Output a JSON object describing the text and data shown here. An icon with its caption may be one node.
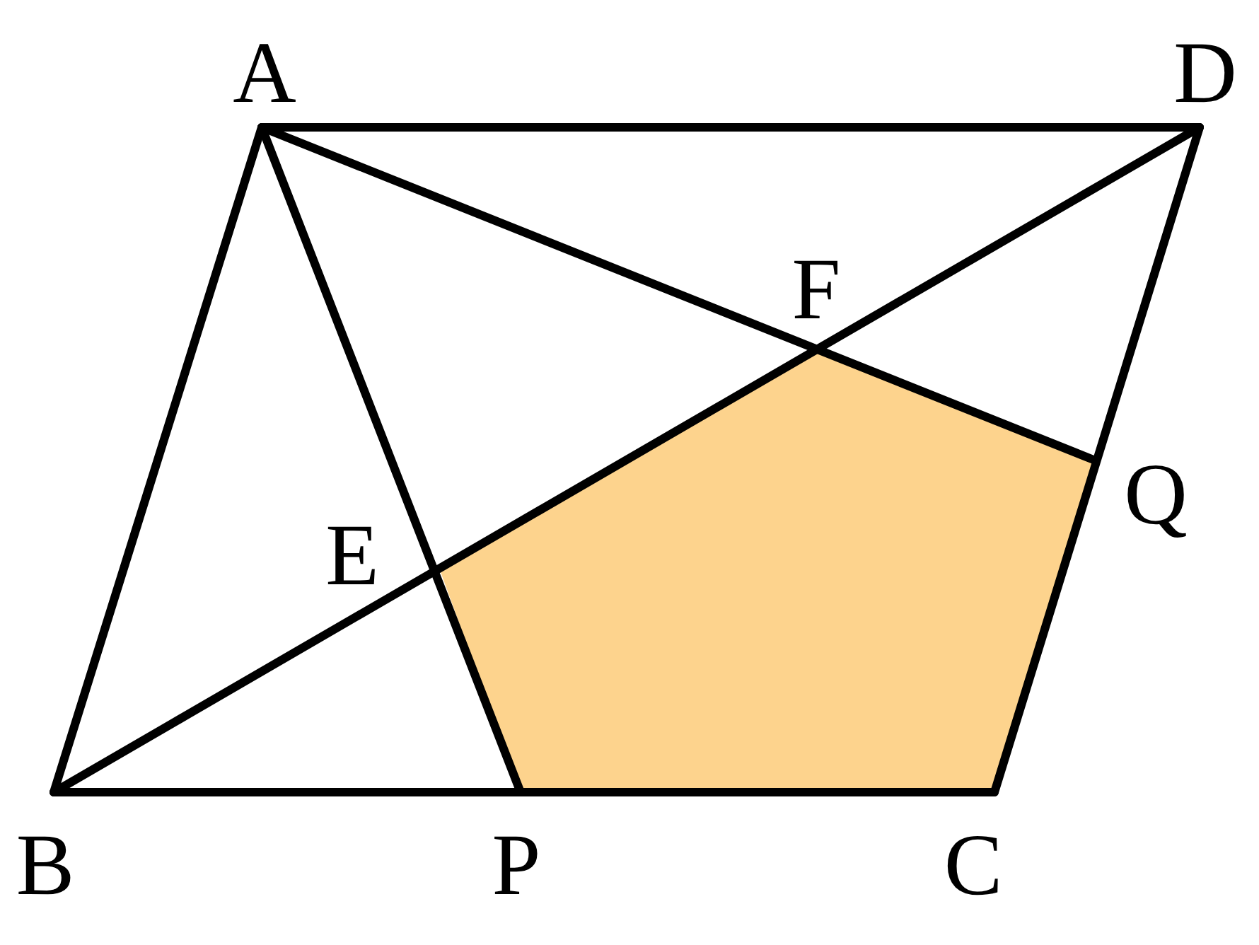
{
  "diagram": {
    "labels": [
      "A",
      "D",
      "F",
      "Q",
      "E",
      "B",
      "P",
      "C"
    ]
  }
}
